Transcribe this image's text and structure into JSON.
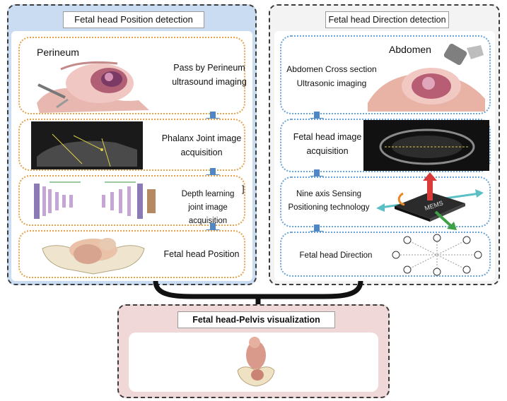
{
  "left_panel": {
    "title": "Fetal head Position detection",
    "steps": [
      {
        "label": "Perineum",
        "text_line1": "Pass by Perineum",
        "text_line2": "ultrasound imaging"
      },
      {
        "text_line1": "Phalanx Joint image",
        "text_line2": "acquisition"
      },
      {
        "text_line1": "Depth learning",
        "text_line2": "joint image acquisition",
        "mark": "]"
      },
      {
        "text_line1": "Fetal head Position"
      }
    ]
  },
  "right_panel": {
    "title": "Fetal head Direction detection",
    "steps": [
      {
        "label": "Abdomen",
        "text_line1": "Abdomen Cross section",
        "text_line2": "Ultrasonic imaging"
      },
      {
        "text_line1": "Fetal head image",
        "text_line2": "acquisition"
      },
      {
        "text_line1": "Nine axis Sensing",
        "text_line2": "Positioning technology",
        "chip_label": "MEMS"
      },
      {
        "text_line1": "Fetal head Direction"
      }
    ]
  },
  "bottom_panel": {
    "title": "Fetal head-Pelvis visualization"
  },
  "colors": {
    "left_bg": "#c9dcf2",
    "right_bg": "#f3f3f3",
    "bottom_bg": "#f0d8d8",
    "arrow": "#4f86c6",
    "left_step_border": "#e4a24a",
    "right_step_border": "#6aa4d8"
  }
}
